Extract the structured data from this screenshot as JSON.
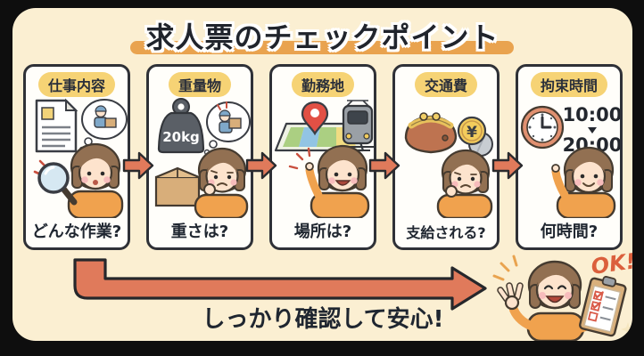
{
  "title": "求人票のチェックポイント",
  "cards": [
    {
      "badge": "仕事内容",
      "question": "どんな作業?",
      "icons": [
        "document-icon",
        "magnifier-icon",
        "thought-bubble-worker-icon",
        "woman-looking-icon"
      ]
    },
    {
      "badge": "重量物",
      "question": "重さは?",
      "weight_label": "20kg",
      "icons": [
        "weight-icon",
        "cardboard-box-icon",
        "thought-bubble-worker-icon",
        "woman-thinking-icon"
      ]
    },
    {
      "badge": "勤務地",
      "question": "場所は?",
      "icons": [
        "map-pin-icon",
        "train-icon",
        "woman-pointing-icon"
      ]
    },
    {
      "badge": "交通費",
      "question": "支給される?",
      "icons": [
        "coin-purse-icon",
        "yen-coin-icon",
        "woman-worried-icon"
      ],
      "coin_symbol": "¥"
    },
    {
      "badge": "拘束時間",
      "question": "何時間?",
      "time_start": "10:00",
      "time_end": "20:00",
      "icons": [
        "clock-icon",
        "woman-pointing-icon"
      ]
    }
  ],
  "footer": {
    "message": "しっかり確認して安心!",
    "ok_label": "OK!",
    "icons": [
      "ok-hand-woman-icon",
      "checklist-clipboard-icon",
      "flow-arrow-icon"
    ]
  },
  "colors": {
    "background_frame": "#0E0E0E",
    "panel_cream": "#FBEFD2",
    "card_border": "#2F3137",
    "badge_yellow": "#F6D375",
    "arrow_salmon": "#E07A5B",
    "title_underline_orange": "#E9A34F",
    "ok_text_orange": "#DB5F3C",
    "pin_red": "#E25045",
    "sweater_orange": "#F0A24E"
  }
}
